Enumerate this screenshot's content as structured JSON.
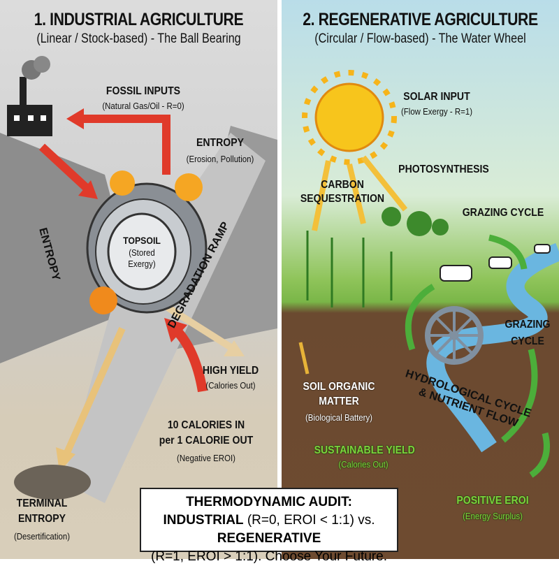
{
  "left": {
    "title": "1. INDUSTRIAL AGRICULTURE",
    "subtitle": "(Linear / Stock-based) - The Ball Bearing",
    "fossil": {
      "label": "FOSSIL INPUTS",
      "sub": "(Natural Gas/Oil - R=0)"
    },
    "entropy_top": {
      "label": "ENTROPY",
      "sub": "(Erosion, Pollution)"
    },
    "topsoil": {
      "label": "TOPSOIL",
      "sub1": "(Stored",
      "sub2": "Exergy)"
    },
    "entropy_side": "ENTROPY",
    "ramp": "DEGRADATION RAMP",
    "high_yield": {
      "label": "HIGH YIELD",
      "sub": "(Calories Out)"
    },
    "calories": {
      "line1": "10 CALORIES IN",
      "line2": "per 1 CALORIE OUT",
      "sub": "(Negative EROI)"
    },
    "terminal": {
      "line1": "TERMINAL",
      "line2": "ENTROPY",
      "sub": "(Desertification)"
    }
  },
  "right": {
    "title": "2. REGENERATIVE AGRICULTURE",
    "subtitle": "(Circular / Flow-based) - The Water Wheel",
    "solar": {
      "label": "SOLAR INPUT",
      "sub": "(Flow Exergy - R=1)"
    },
    "photosynthesis": "PHOTOSYNTHESIS",
    "carbon": {
      "line1": "CARBON",
      "line2": "SEQUESTRATION"
    },
    "grazing_top": "GRAZING CYCLE",
    "grazing_mid": {
      "line1": "GRAZING",
      "line2": "CYCLE"
    },
    "hydro": {
      "line1": "HYDROLOGICAL CYCLE",
      "line2": "& NUTRIENT FLOW"
    },
    "soil": {
      "line1": "SOIL ORGANIC",
      "line2": "MATTER",
      "sub": "(Biological Battery)"
    },
    "sustainable": {
      "label": "SUSTAINABLE YIELD",
      "sub": "(Calories Out)"
    },
    "positive": {
      "label": "POSITIVE EROI",
      "sub": "(Energy Surplus)"
    }
  },
  "banner": {
    "title": "THERMODYNAMIC AUDIT:",
    "industrial": "INDUSTRIAL",
    "industrial_detail": "(R=0, EROI < 1:1) vs.",
    "regenerative": "REGENERATIVE",
    "regenerative_detail": "(R=1, EROI > 1:1). Choose Your Future."
  },
  "colors": {
    "red_arrow": "#e03a2a",
    "yellow_arrow": "#f3c03a",
    "green_arrow": "#4cae3a",
    "green_text": "#7bd43c"
  }
}
